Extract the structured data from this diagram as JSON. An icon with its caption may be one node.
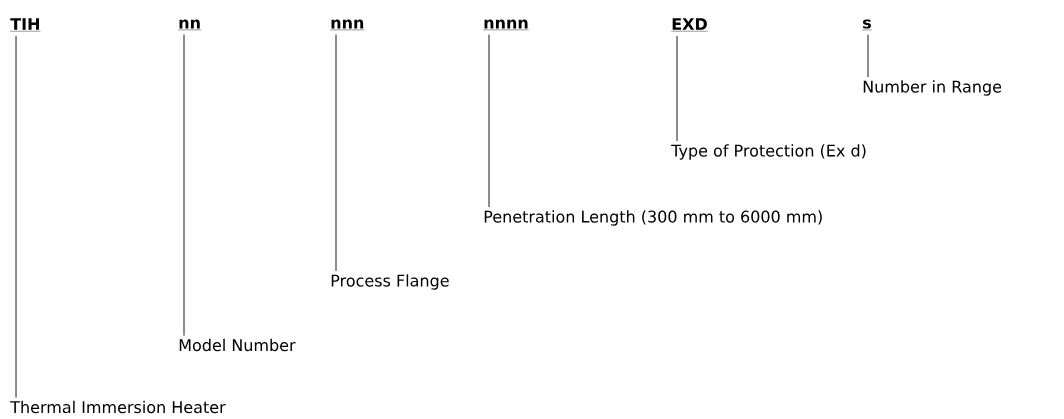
{
  "diagram": {
    "nodes": [
      {
        "text": [
          "TIH"
        ]
      },
      {
        "text": [
          "nn"
        ]
      },
      {
        "text": [
          "nnn"
        ]
      },
      {
        "text": [
          "nnnn"
        ]
      },
      {
        "text": [
          "EXD"
        ]
      },
      {
        "text": [
          "s"
        ]
      },
      {
        "text": [
          "Number in Range"
        ]
      },
      {
        "text": [
          "Type of Protection (Ex d)"
        ]
      },
      {
        "text": [
          "Penetration Length (300 mm to 6000 mm)"
        ]
      },
      {
        "text": [
          "Process Flange"
        ]
      },
      {
        "text": [
          "Model Number"
        ]
      },
      {
        "text": [
          "Thermal Immersion Heater"
        ]
      }
    ],
    "edges": [
      {
        "from": 5,
        "to": 6,
        "arrow": "none"
      },
      {
        "from": 4,
        "to": 7,
        "arrow": "none"
      },
      {
        "from": 3,
        "to": 8,
        "arrow": "none"
      },
      {
        "from": 2,
        "to": 9,
        "arrow": "none"
      },
      {
        "from": 1,
        "to": 10,
        "arrow": "none"
      },
      {
        "from": 0,
        "to": 11,
        "arrow": "none"
      }
    ]
  }
}
